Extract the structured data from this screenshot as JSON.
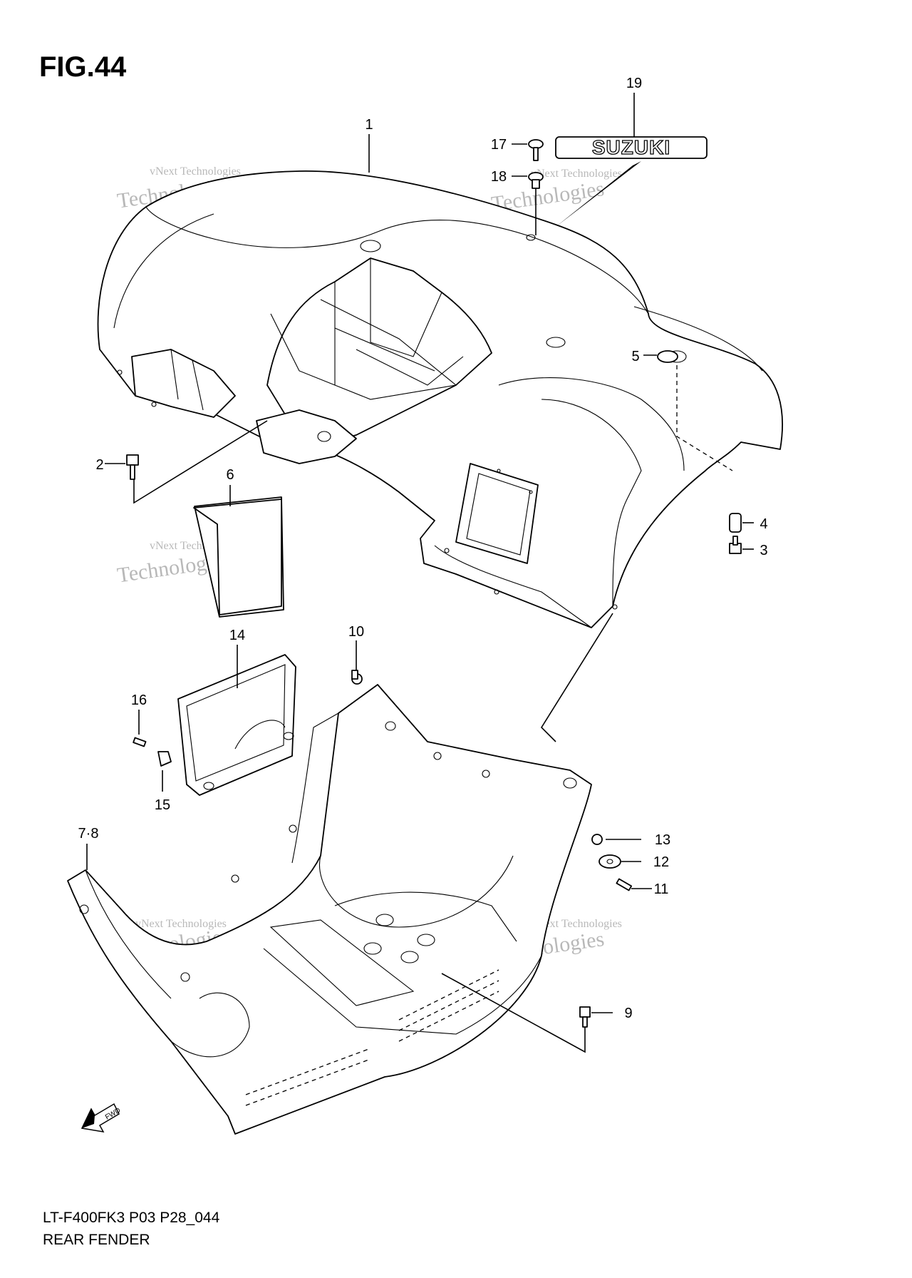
{
  "figure": {
    "title": "FIG.44",
    "model_code": "LT-F400FK3 P03 P28_044",
    "name": "REAR FENDER",
    "logo_text": "SUZUKI",
    "arrow_label": "FWD"
  },
  "watermark": {
    "line1": "vNext Technologies",
    "line2": "Technologies"
  },
  "callouts": [
    "1",
    "2",
    "3",
    "4",
    "5",
    "6",
    "7·8",
    "9",
    "10",
    "11",
    "12",
    "13",
    "14",
    "15",
    "16",
    "17",
    "18",
    "19"
  ]
}
